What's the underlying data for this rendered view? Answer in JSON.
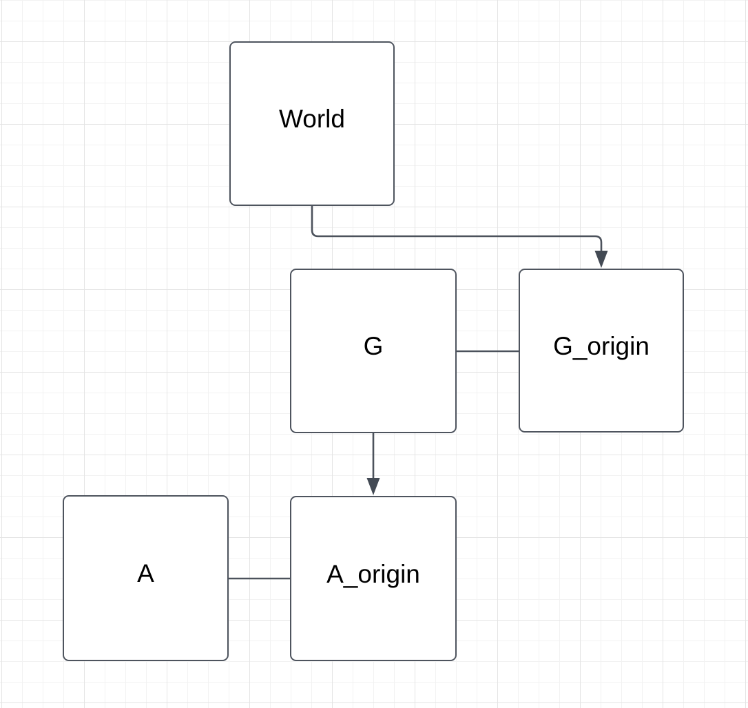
{
  "diagram": {
    "nodes": [
      {
        "id": "world",
        "label": "World"
      },
      {
        "id": "g",
        "label": "G"
      },
      {
        "id": "g_origin",
        "label": "G_origin"
      },
      {
        "id": "a",
        "label": "A"
      },
      {
        "id": "a_origin",
        "label": "A_origin"
      }
    ],
    "edges": [
      {
        "from": "World",
        "to": "G_origin",
        "type": "arrow"
      },
      {
        "from": "G",
        "to": "G_origin",
        "type": "line"
      },
      {
        "from": "G",
        "to": "A_origin",
        "type": "arrow"
      },
      {
        "from": "A",
        "to": "A_origin",
        "type": "line"
      }
    ],
    "colors": {
      "background": "#ffffff",
      "grid_minor": "#f2f2f2",
      "grid_major": "#e4e4e4",
      "node_fill": "#ffffff",
      "node_stroke": "#4e545e",
      "edge_stroke": "#4c525c",
      "arrowhead_fill": "#434a54",
      "label_text": "#000000"
    }
  }
}
